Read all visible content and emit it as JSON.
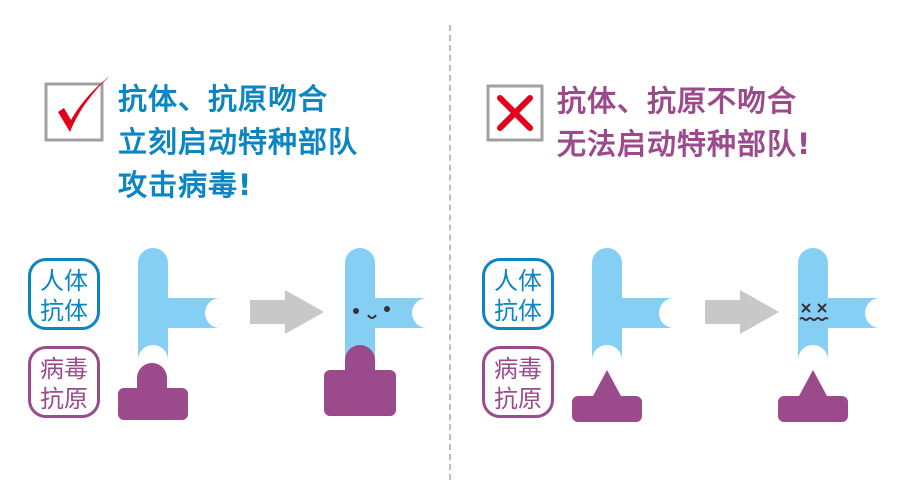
{
  "left_panel": {
    "status": "match",
    "headline": [
      "抗体、抗原吻合",
      "立刻启动特种部队",
      "攻击病毒!"
    ],
    "antibody_label": [
      "人体",
      "抗体"
    ],
    "antigen_label": [
      "病毒",
      "抗原"
    ],
    "face": "happy"
  },
  "right_panel": {
    "status": "no-match",
    "headline": [
      "抗体、抗原不吻合",
      "无法启动特种部队!"
    ],
    "antibody_label": [
      "人体",
      "抗体"
    ],
    "antigen_label": [
      "病毒",
      "抗原"
    ],
    "face": "dizzy"
  },
  "colors": {
    "antibody": "#86cff4",
    "antigen": "#9b4a8c",
    "blue_text": "#0b86c2",
    "purple_text": "#9b4a8c",
    "arrow": "#c8c8c8",
    "check": "#e3001b"
  }
}
